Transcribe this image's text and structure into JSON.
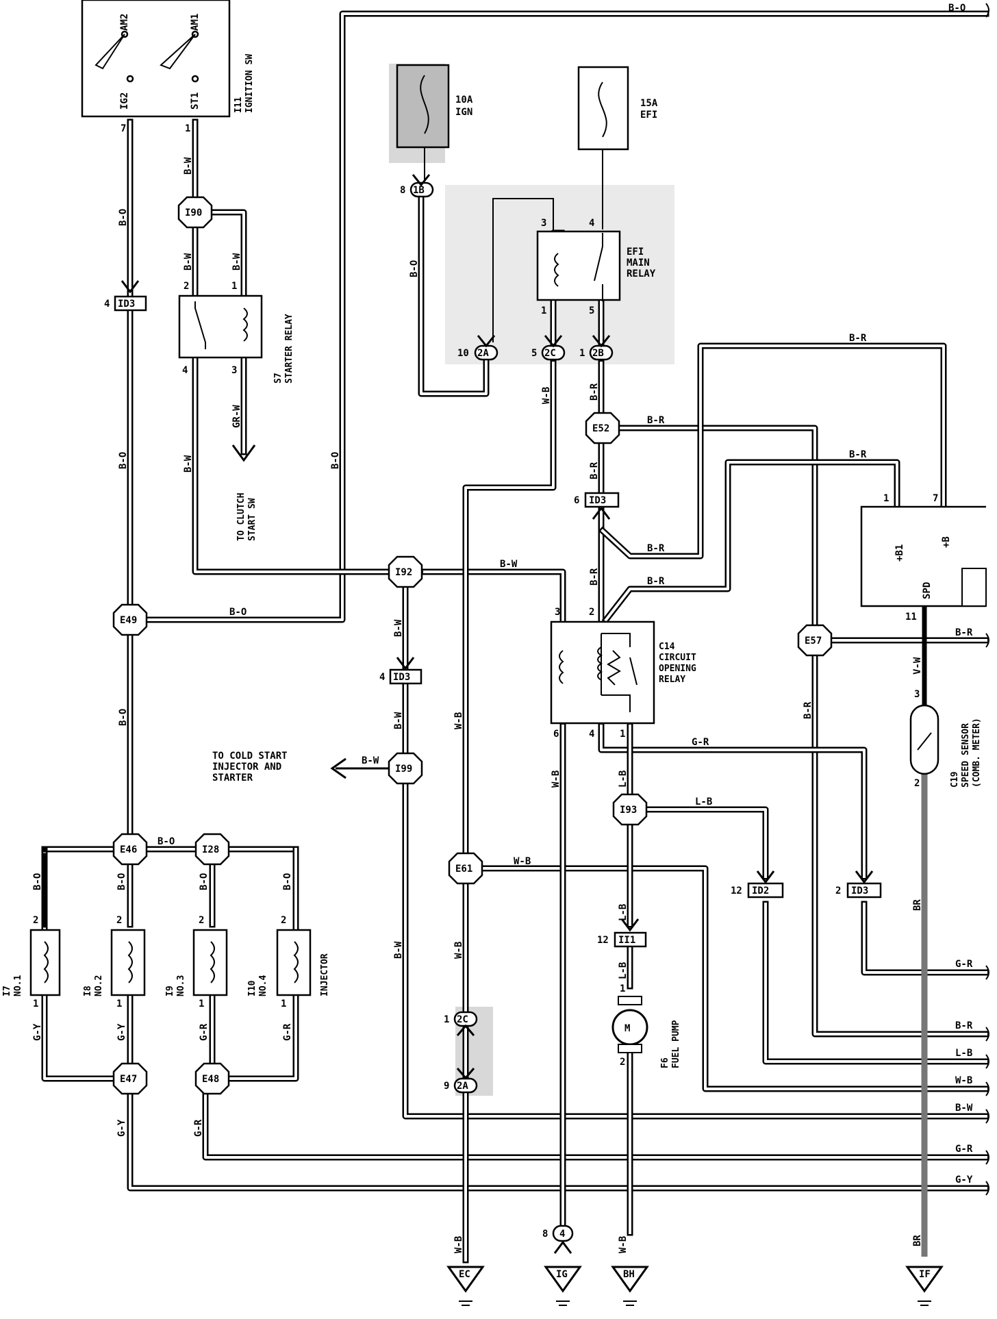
{
  "wire_colors": {
    "b_o": "B-O",
    "b_w": "B-W",
    "b_r": "B-R",
    "gr_w": "GR-W",
    "w_b": "W-B",
    "l_b": "L-B",
    "g_r": "G-R",
    "g_y": "G-Y",
    "v_w": "V-W",
    "br": "BR"
  },
  "components": {
    "ignition_sw": {
      "id": "I11",
      "name": "IGNITION SW",
      "terminals": {
        "am2": "AM2",
        "am1": "AM1",
        "ig2": "IG2",
        "st1": "ST1"
      },
      "pins": {
        "ig2": "7",
        "st1": "1"
      }
    },
    "fuse_ign": {
      "rating": "10A",
      "name": "IGN"
    },
    "fuse_efi": {
      "rating": "15A",
      "name": "EFI"
    },
    "efi_main_relay": {
      "name_line1": "EFI",
      "name_line2": "MAIN",
      "name_line3": "RELAY",
      "pins": {
        "p3": "3",
        "p4": "4",
        "p1": "1",
        "p5": "5"
      }
    },
    "starter_relay": {
      "id": "S7",
      "name": "STARTER RELAY",
      "pins": {
        "p2": "2",
        "p1": "1",
        "p4": "4",
        "p3": "3"
      }
    },
    "circuit_opening_relay": {
      "id": "C14",
      "name_line1": "CIRCUIT",
      "name_line2": "OPENING",
      "name_line3": "RELAY",
      "pins": {
        "p3": "3",
        "p2": "2",
        "p6": "6",
        "p4": "4",
        "p1": "1"
      }
    },
    "ecu": {
      "b1": "+B1",
      "b": "+B",
      "spd": "SPD",
      "pins": {
        "b1": "1",
        "b": "7",
        "spd": "11"
      }
    },
    "speed_sensor": {
      "id": "C19",
      "name": "SPEED SENSOR",
      "sub": "(COMB. METER)",
      "pins": {
        "p3": "3",
        "p2": "2"
      }
    },
    "fuel_pump": {
      "id": "F6",
      "name": "FUEL PUMP",
      "symbol": "M",
      "pins": {
        "p1": "1",
        "p2": "2"
      }
    },
    "injectors": [
      {
        "id": "I7",
        "name": "NO.1"
      },
      {
        "id": "I8",
        "name": "NO.2"
      },
      {
        "id": "I9",
        "name": "NO.3"
      },
      {
        "id": "I10",
        "name": "NO.4"
      }
    ],
    "injector_label": "INJECTOR",
    "injector_pin_top": "2",
    "injector_pin_bottom": "1"
  },
  "connectors": {
    "id3_a": {
      "label": "ID3",
      "pin": "4"
    },
    "id3_b": {
      "label": "ID3",
      "pin": "4"
    },
    "id3_c": {
      "label": "ID3",
      "pin": "6"
    },
    "id3_d": {
      "label": "ID3",
      "pin": "2"
    },
    "id2": {
      "label": "ID2",
      "pin": "12"
    },
    "ii1": {
      "label": "II1",
      "pin": "12"
    },
    "c1b": {
      "label": "1B",
      "pin": "8"
    },
    "c2a_top": {
      "label": "2A",
      "pin": "10"
    },
    "c2c_top": {
      "label": "2C",
      "pin": "5"
    },
    "c2b": {
      "label": "2B",
      "pin": "1"
    },
    "c2c_bot": {
      "label": "2C",
      "pin": "1"
    },
    "c2a_bot": {
      "label": "2A",
      "pin": "9"
    },
    "c4": {
      "label": "4",
      "pin": "8"
    }
  },
  "junctions": [
    "I90",
    "I92",
    "I99",
    "E49",
    "E52",
    "E57",
    "E61",
    "I93",
    "E46",
    "I28",
    "E47",
    "E48"
  ],
  "grounds": [
    "EC",
    "IG",
    "BH",
    "IF"
  ],
  "notes": {
    "to_clutch_line1": "TO CLUTCH",
    "to_clutch_line2": "START SW",
    "to_cold_line1": "TO COLD START",
    "to_cold_line2": "INJECTOR AND",
    "to_cold_line3": "STARTER"
  },
  "right_exits": [
    "G-R",
    "B-R",
    "L-B",
    "W-B",
    "B-W",
    "G-R",
    "G-Y"
  ]
}
